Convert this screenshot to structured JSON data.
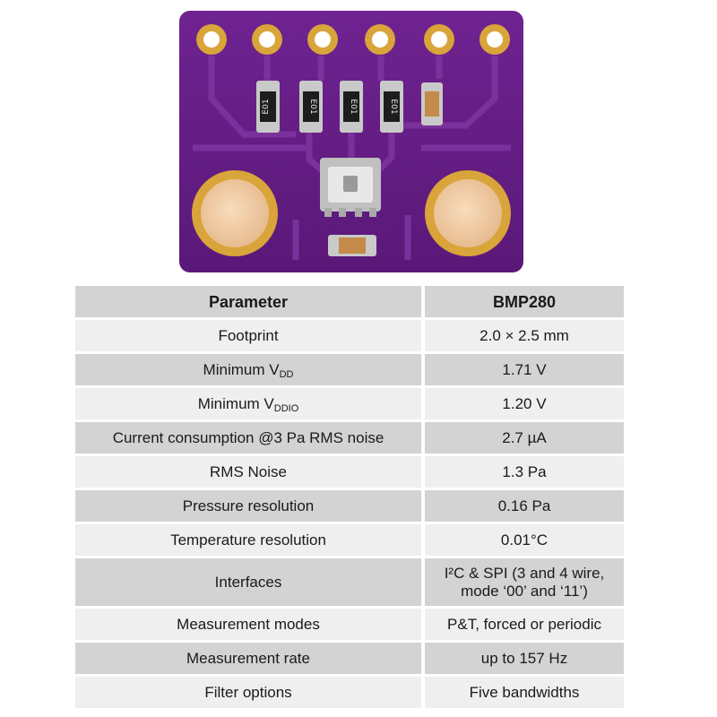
{
  "photo": {
    "components": [
      "resistor",
      "resistor",
      "resistor",
      "resistor",
      "capacitor",
      "pressure-sensor",
      "capacitor"
    ],
    "resistor_code": "E01",
    "colors": {
      "pcb": "#6a1e8c",
      "pad": "#d9a43a",
      "hole": "#f2cfa8"
    }
  },
  "table": {
    "header": {
      "parameter": "Parameter",
      "value": "BMP280"
    },
    "rows": [
      {
        "label": "Footprint",
        "value": "2.0 × 2.5  mm"
      },
      {
        "label": "Minimum V",
        "sub": "DD",
        "value": "1.71 V"
      },
      {
        "label": "Minimum V",
        "sub": "DDIO",
        "value": "1.20 V"
      },
      {
        "label": "Current consumption @3 Pa RMS noise",
        "value": "2.7 µA"
      },
      {
        "label": "RMS Noise",
        "value": "1.3 Pa"
      },
      {
        "label": "Pressure resolution",
        "value": "0.16 Pa"
      },
      {
        "label": "Temperature resolution",
        "value": "0.01°C"
      },
      {
        "label": "Interfaces",
        "value": "I²C & SPI (3 and 4 wire,",
        "value2": "mode ‘00’ and ‘11’)"
      },
      {
        "label": "Measurement modes",
        "value": "P&T, forced or periodic"
      },
      {
        "label": "Measurement rate",
        "value": "up to 157 Hz"
      },
      {
        "label": "Filter options",
        "value": "Five bandwidths"
      }
    ]
  }
}
